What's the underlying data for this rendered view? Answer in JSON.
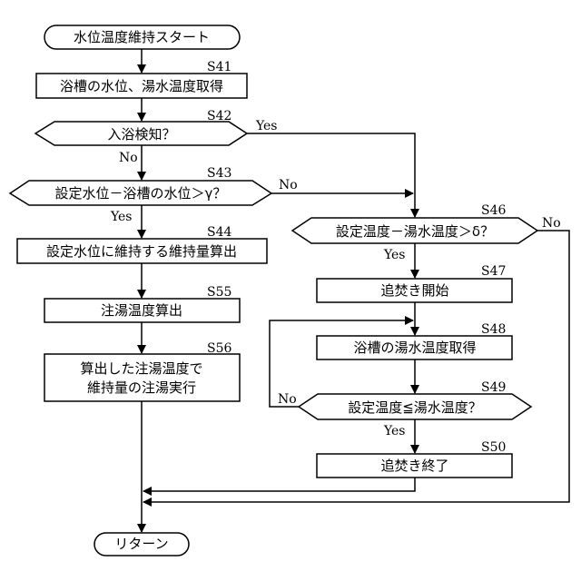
{
  "nodes": {
    "start": "水位温度維持スタート",
    "s41": "浴槽の水位、湯水温度取得",
    "s42": "入浴検知？",
    "s43": "設定水位－浴槽の水位＞γ？",
    "s44": "設定水位に維持する維持量算出",
    "s55": "注湯温度算出",
    "s56_line1": "算出した注湯温度で",
    "s56_line2": "維持量の注湯実行",
    "s46": "設定温度－湯水温度＞δ？",
    "s47": "追焚き開始",
    "s48": "浴槽の湯水温度取得",
    "s49": "設定温度≦湯水温度？",
    "s50": "追焚き終了",
    "end": "リターン"
  },
  "steps": {
    "s41": "S41",
    "s42": "S42",
    "s43": "S43",
    "s44": "S44",
    "s55": "S55",
    "s56": "S56",
    "s46": "S46",
    "s47": "S47",
    "s48": "S48",
    "s49": "S49",
    "s50": "S50"
  },
  "branches": {
    "s42_yes": "Yes",
    "s42_no": "No",
    "s43_no": "No",
    "s43_yes": "Yes",
    "s46_no": "No",
    "s46_yes": "Yes",
    "s49_no": "No",
    "s49_yes": "Yes"
  }
}
